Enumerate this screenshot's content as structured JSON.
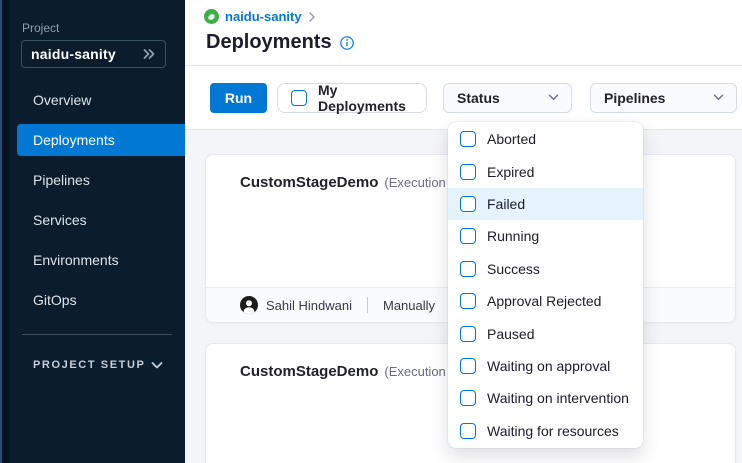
{
  "sidebar": {
    "project_label": "Project",
    "project_name": "naidu-sanity",
    "items": [
      {
        "label": "Overview",
        "active": false
      },
      {
        "label": "Deployments",
        "active": true
      },
      {
        "label": "Pipelines",
        "active": false
      },
      {
        "label": "Services",
        "active": false
      },
      {
        "label": "Environments",
        "active": false
      },
      {
        "label": "GitOps",
        "active": false
      }
    ],
    "section_label": "PROJECT SETUP"
  },
  "header": {
    "breadcrumb_project": "naidu-sanity",
    "title": "Deployments"
  },
  "toolbar": {
    "run_label": "Run",
    "my_deployments_label": "My Deployments",
    "status_label": "Status",
    "pipelines_label": "Pipelines"
  },
  "status_dropdown": {
    "options": [
      {
        "label": "Aborted",
        "highlighted": false
      },
      {
        "label": "Expired",
        "highlighted": false
      },
      {
        "label": "Failed",
        "highlighted": true
      },
      {
        "label": "Running",
        "highlighted": false
      },
      {
        "label": "Success",
        "highlighted": false
      },
      {
        "label": "Approval Rejected",
        "highlighted": false
      },
      {
        "label": "Paused",
        "highlighted": false
      },
      {
        "label": "Waiting on approval",
        "highlighted": false
      },
      {
        "label": "Waiting on intervention",
        "highlighted": false
      },
      {
        "label": "Waiting for resources",
        "highlighted": false
      }
    ]
  },
  "deployments": [
    {
      "pipeline": "CustomStageDemo",
      "execution_text": "(Execution Id",
      "triggered_by": "Sahil Hindwani",
      "trigger_type": "Manually"
    },
    {
      "pipeline": "CustomStageDemo",
      "execution_text": "(Execution Id"
    }
  ],
  "colors": {
    "accent": "#0278d5",
    "brand_green": "#3fae49",
    "sidebar_bg": "#0b1c2d",
    "rail_bg": "#081320",
    "highlight_row": "#e4f3fc",
    "content_bg": "#f4f5f8"
  }
}
